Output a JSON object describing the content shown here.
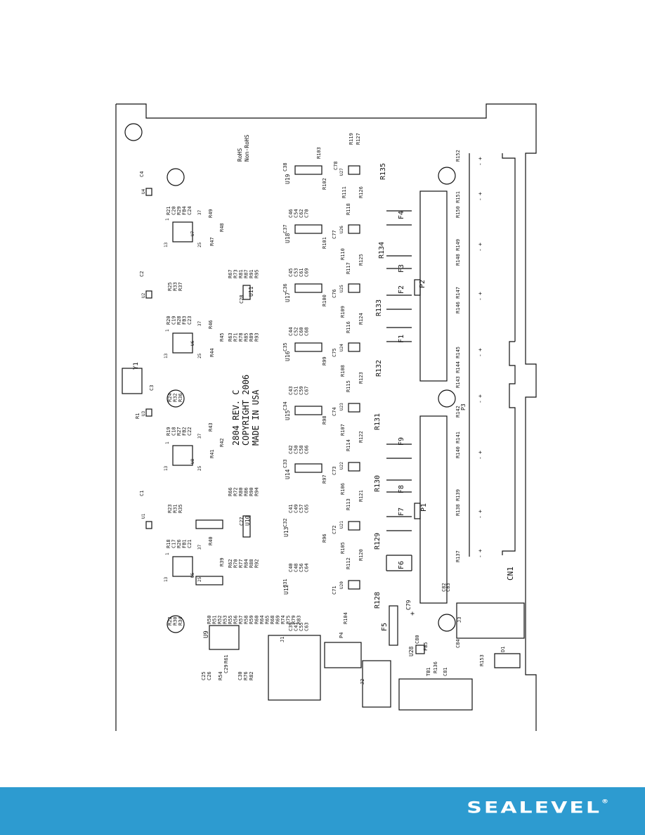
{
  "board": {
    "rohs_lines": [
      "RoHS",
      "Non-RoHS"
    ],
    "board_text": [
      "2804 REV. C",
      "COPYRIGHT 2006",
      "MADE IN USA"
    ],
    "labels": {
      "CN1": "CN1",
      "R135": "R135",
      "R134": "R134",
      "R133": "R133",
      "R132": "R132",
      "R131": "R131",
      "R130": "R130",
      "R129": "R129",
      "R128": "R128",
      "F1": "F1",
      "F2": "F2",
      "F3": "F3",
      "F4": "F4",
      "F5": "F5",
      "F6": "F6",
      "F7": "F7",
      "F8": "F8",
      "F9": "F9",
      "P1": "P1",
      "P2": "P2",
      "P3": "P3",
      "J1": "J1",
      "J2": "J2",
      "J3": "J3",
      "P4": "P4",
      "TB1": "TB1",
      "U9": "U9",
      "U10": "U10",
      "U11": "U11",
      "U12": "U12",
      "U13": "U13",
      "U14": "U14",
      "U15": "U15",
      "U16": "U16",
      "U17": "U17",
      "U18": "U18",
      "U19": "U19",
      "U28": "U28",
      "U5": "U5",
      "U6": "U6",
      "U7": "U7",
      "U8": "U8",
      "U1": "U1",
      "U2": "U2",
      "U3": "U3",
      "U4": "U4",
      "U20": "U20",
      "U21": "U21",
      "U22": "U22",
      "U23": "U23",
      "U24": "U24",
      "U25": "U25",
      "U26": "U26",
      "U27": "U27",
      "Y1": "Y1",
      "C1": "C1",
      "C2": "C2",
      "C3": "C3",
      "C4": "C4",
      "R1": "R1",
      "C79": "C79",
      "C80": "C80",
      "C81": "C81",
      "C84": "C84",
      "D1": "D1",
      "R136": "R136",
      "R153": "R153",
      "FB5": "FB5",
      "C82": "C82",
      "C83": "C83",
      "C27": "C27",
      "C28": "C28",
      "C31": "C31",
      "C32": "C32",
      "C33": "C33",
      "C34": "C34",
      "C35": "C35",
      "C36": "C36",
      "C37": "C37",
      "C38": "C38",
      "R103": "R103",
      "R119": "R119",
      "R127": "R127",
      "C78": "C78",
      "R152": "R152",
      "R111": "R111",
      "R126": "R126",
      "C71": "C71",
      "C72": "C72",
      "C73": "C73",
      "C74": "C74",
      "C75": "C75",
      "C76": "C76",
      "C77": "C77",
      "R104": "R104",
      "R105": "R105",
      "R106": "R106",
      "R107": "R107",
      "R108": "R108",
      "R109": "R109",
      "R110": "R110",
      "R112": "R112",
      "R113": "R113",
      "R114": "R114",
      "R115": "R115",
      "R116": "R116",
      "R117": "R117",
      "R118": "R118",
      "R120": "R120",
      "R121": "R121",
      "R122": "R122",
      "R123": "R123",
      "R124": "R124",
      "R125": "R125",
      "R96": "R96",
      "R97": "R97",
      "R98": "R98",
      "R99": "R99",
      "R100": "R100",
      "R101": "R101",
      "R102": "R102",
      "R137": "R137",
      "R138_R139": "R138 R139",
      "R140_R141": "R140 R141",
      "R142": "R142",
      "R143_R144_R145": "R143 R144 R145",
      "R146_R147": "R146 R147",
      "R148_R149": "R148 R149",
      "R150_R151": "R150 R151",
      "R39": "R39",
      "R40": "R40",
      "R41": "R41",
      "R42": "R42",
      "R43": "R43",
      "R44": "R44",
      "R45": "R45",
      "R46": "R46",
      "R47": "R47",
      "R48": "R48",
      "R49": "R49",
      "C25": "C25",
      "C26": "C26",
      "C29": "C29",
      "R61": "R61",
      "R54": "R54",
      "C30": "C30",
      "R76": "R76",
      "R82": "R82"
    },
    "groups": {
      "col_r22": [
        "R22",
        "R30",
        "R34"
      ],
      "col_r23": [
        "R23",
        "R31",
        "R35"
      ],
      "col_r24": [
        "R24",
        "R32",
        "R36"
      ],
      "col_r25": [
        "R25",
        "R33",
        "R37"
      ],
      "col_r18": [
        "R18",
        "C17",
        "R26",
        "FB1",
        "C21"
      ],
      "col_r19": [
        "R19",
        "C18",
        "R27",
        "FB2",
        "C22"
      ],
      "col_r20": [
        "R20",
        "C19",
        "R28",
        "FB3",
        "C23"
      ],
      "col_r21": [
        "R21",
        "C20",
        "R29",
        "FB4",
        "C24"
      ],
      "col_r50": [
        "R50",
        "R51",
        "R52",
        "R53",
        "R55",
        "R56",
        "R57",
        "R58",
        "R59",
        "R60",
        "R64",
        "R65",
        "R68",
        "R69",
        "R74",
        "R75",
        "R79",
        "R83"
      ],
      "col_r62": [
        "R62",
        "R70",
        "R77",
        "R84",
        "R88",
        "R92"
      ],
      "col_r66": [
        "R66",
        "R72",
        "R80",
        "R86",
        "R90",
        "R94"
      ],
      "col_r63": [
        "R63",
        "R71",
        "R78",
        "R85",
        "R89",
        "R93"
      ],
      "col_r67": [
        "R67",
        "R73",
        "R81",
        "R87",
        "R91",
        "R95"
      ],
      "cap_12": [
        "C39",
        "C47",
        "C55",
        "C63"
      ],
      "cap_13": [
        "C40",
        "C48",
        "C56",
        "C64"
      ],
      "cap_14": [
        "C41",
        "C49",
        "C57",
        "C65"
      ],
      "cap_15": [
        "C42",
        "C50",
        "C58",
        "C66"
      ],
      "cap_16": [
        "C43",
        "C51",
        "C59",
        "C67"
      ],
      "cap_17": [
        "C44",
        "C52",
        "C60",
        "C68"
      ],
      "cap_18": [
        "C45",
        "C53",
        "C61",
        "C69"
      ],
      "cap_19": [
        "C46",
        "C54",
        "C62",
        "C70"
      ]
    },
    "chip_pin_numbers": [
      "1",
      "13",
      "25",
      "37"
    ],
    "polarity_marks": [
      "+",
      "-"
    ]
  },
  "footer": {
    "brand": "SEALEVEL",
    "trademark": "®"
  }
}
